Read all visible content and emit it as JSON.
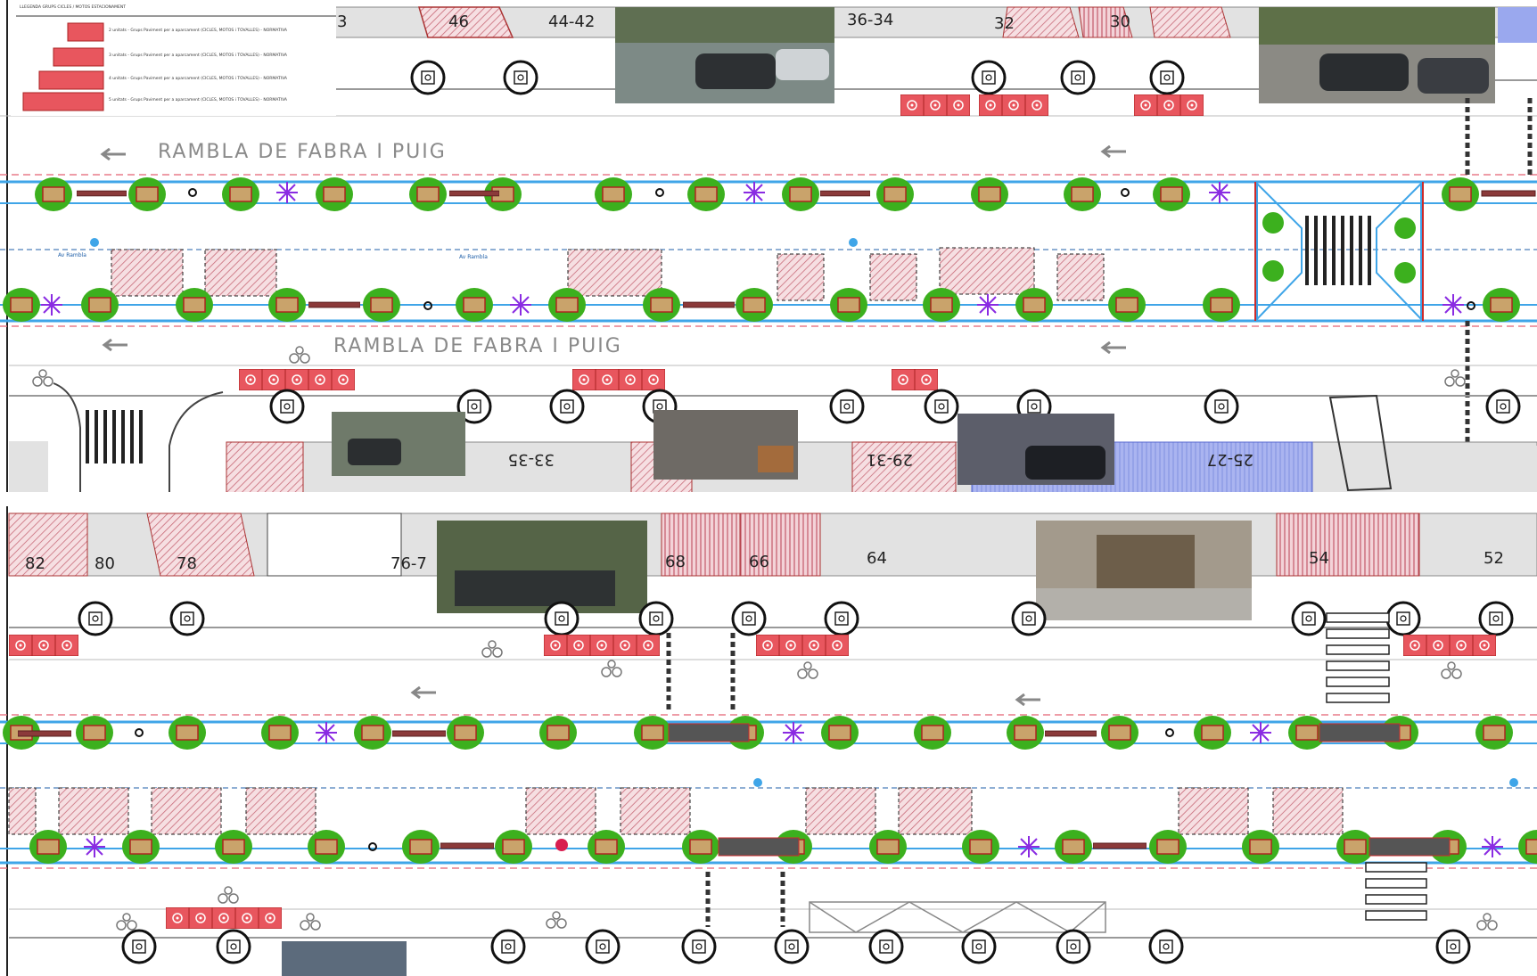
{
  "streets": {
    "upper": "RAMBLA DE FABRA I PUIG",
    "lower": "RAMBLA DE FABRA I PUIG"
  },
  "rambla_label": "Av Rambla",
  "legend": {
    "title": "LLEGENDA GRUPS CICLES / MOTOS ESTACIONAMENT",
    "rows": [
      {
        "count": 2,
        "text": "2 unitats - Grups Paviment per a aparcament (CICLES, MOTOS i TOVALLES) - NORMATIVA"
      },
      {
        "count": 3,
        "text": "3 unitats - Grups Paviment per a aparcament (CICLES, MOTOS i TOVALLES) - NORMATIVA"
      },
      {
        "count": 4,
        "text": "4 unitats - Grups Paviment per a aparcament (CICLES, MOTOS i TOVALLES) - NORMATIVA"
      },
      {
        "count": 5,
        "text": "5 unitats - Grups Paviment per a aparcament (CICLES, MOTOS i TOVALLES) - NORMATIVA"
      }
    ]
  },
  "house_numbers": {
    "row1": [
      "46",
      "44-42",
      "36-34",
      "32",
      "30"
    ],
    "row2": [
      "33-35",
      "29-31",
      "25-27"
    ],
    "row3": [
      "82",
      "80",
      "78",
      "76-7",
      "68",
      "66",
      "64",
      "54",
      "52"
    ],
    "fragment": "3"
  },
  "colors": {
    "tree": "#3cb01e",
    "planter": "#c9a36b",
    "bike_rack": "#e8565e",
    "blue_line": "#3fa5e8",
    "hatch": "#d9a0a8",
    "purple_star": "#8a2be2",
    "blue_block": "#9aa8ee"
  }
}
